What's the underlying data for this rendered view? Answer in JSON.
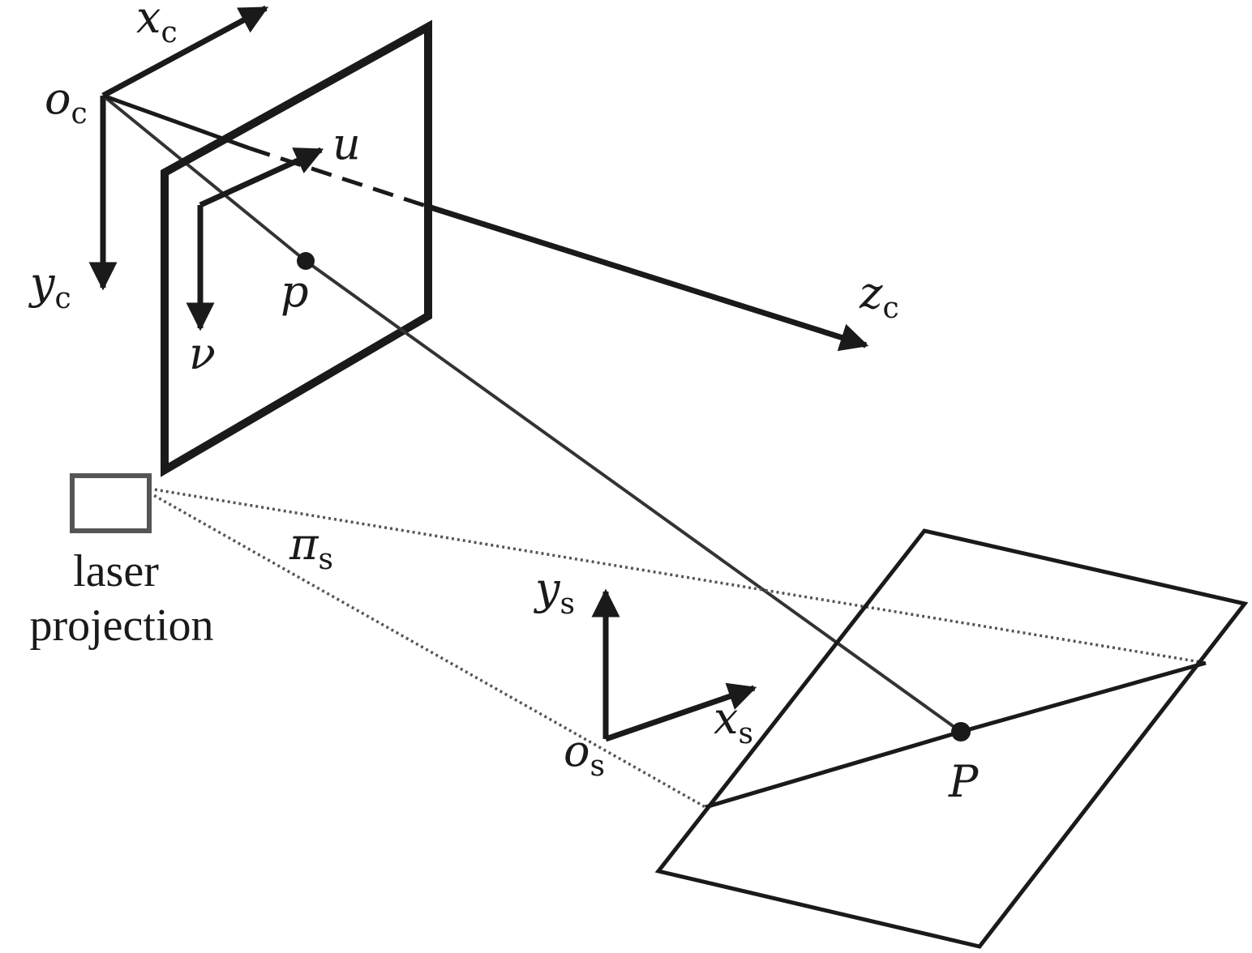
{
  "camera": {
    "origin": {
      "main": "o",
      "sub": "c"
    },
    "x_axis": {
      "main": "x",
      "sub": "c"
    },
    "y_axis": {
      "main": "y",
      "sub": "c"
    },
    "z_axis": {
      "main": "z",
      "sub": "c"
    }
  },
  "image_plane": {
    "u_axis": "u",
    "v_axis": "ν",
    "image_point": "p"
  },
  "laser": {
    "label_line1": "laser",
    "label_line2": "projection",
    "light_plane": {
      "main": "π",
      "sub": "s"
    }
  },
  "laser_plane": {
    "origin": {
      "main": "o",
      "sub": "s"
    },
    "x_axis": {
      "main": "x",
      "sub": "s"
    },
    "y_axis": {
      "main": "y",
      "sub": "s"
    },
    "object_point": "P"
  },
  "colors": {
    "stroke": "#1a1a1a",
    "dotted": "#555555",
    "background": "#ffffff"
  }
}
